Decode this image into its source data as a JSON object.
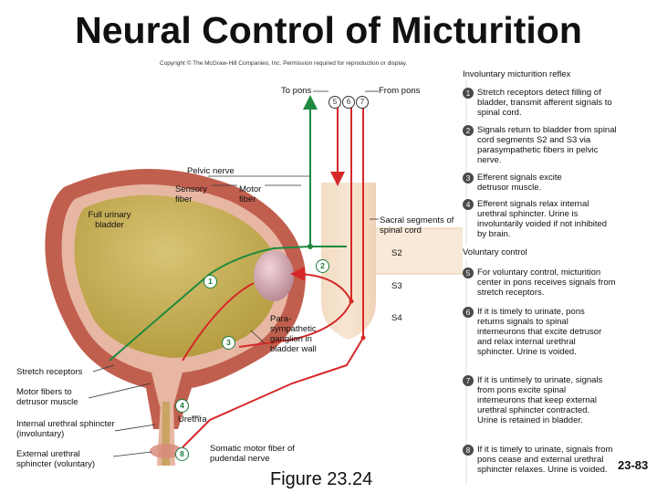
{
  "title": "Neural Control of Micturition",
  "copyright": "Copyright © The McGraw-Hill Companies, Inc. Permission required for reproduction or display.",
  "figure_caption": "Figure 23.24",
  "page_number": "23-83",
  "diagram": {
    "to_pons": "To pons",
    "from_pons": "From pons",
    "pelvic_nerve": "Pelvic nerve",
    "sensory_fiber": "Sensory fiber",
    "motor_fiber": "Motor fiber",
    "full_bladder": "Full urinary bladder",
    "sacral_segments": "Sacral segments of spinal cord",
    "s2": "S2",
    "s3": "S3",
    "s4": "S4",
    "ganglion": "Para- sympathetic ganglion in bladder wall",
    "stretch_receptors": "Stretch receptors",
    "motor_fibers_detrusor": "Motor fibers to detrusor muscle",
    "internal_sphincter": "Internal urethral sphincter (involuntary)",
    "external_sphincter": "External urethral sphincter (voluntary)",
    "urethra": "Urethra",
    "somatic_fiber": "Somatic motor fiber of pudendal nerve",
    "markers": {
      "m1": "1",
      "m2": "2",
      "m3": "3",
      "m4": "4",
      "m5": "5",
      "m6": "6",
      "m7": "7",
      "m8": "8"
    }
  },
  "involuntary_header": "Involuntary micturition reflex",
  "voluntary_header": "Voluntary control",
  "steps": [
    {
      "num": "1",
      "text": "Stretch receptors detect filling of bladder, transmit afferent signals to spinal cord."
    },
    {
      "num": "2",
      "text": "Signals return to bladder from spinal cord segments S2 and S3 via parasympathetic fibers in pelvic nerve."
    },
    {
      "num": "3",
      "text": "Efferent signals excite detrusor muscle."
    },
    {
      "num": "4",
      "text": "Efferent signals relax internal urethral sphincter. Urine is involuntarily voided if not inhibited by brain."
    },
    {
      "num": "5",
      "text": "For voluntary control, micturition center in pons receives signals from stretch receptors."
    },
    {
      "num": "6",
      "text": "If it is timely to urinate, pons returns signals to spinal interneurons that excite detrusor and relax internal urethral sphincter. Urine is voided."
    },
    {
      "num": "7",
      "text": "If it is untimely to urinate, signals from pons excite spinal interneurons that keep external urethral sphincter contracted. Urine is retained in bladder."
    },
    {
      "num": "8",
      "text": "If it is timely to urinate, signals from pons cease and external urethral sphincter relaxes. Urine is voided."
    }
  ]
}
